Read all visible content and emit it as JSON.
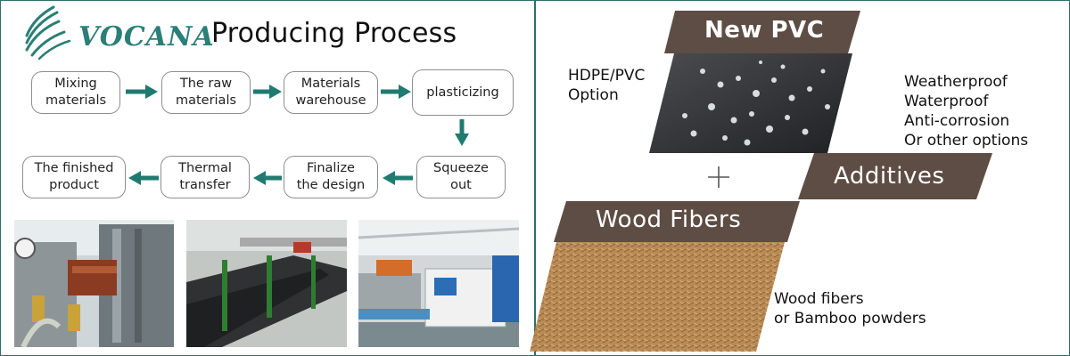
{
  "header": {
    "brand": "VOCANA",
    "title": "Producing Process"
  },
  "process": {
    "steps": [
      "Mixing\nmaterials",
      "The raw\nmaterials",
      "Materials\nwarehouse",
      "plasticizing",
      "Squeeze\nout",
      "Finalize\nthe design",
      "Thermal\ntransfer",
      "The finished\nproduct"
    ]
  },
  "composition": {
    "new_pvc": "New PVC",
    "pvc_option": "HDPE/PVC\nOption",
    "additives": "Additives",
    "additive_options": "Weatherproof\nWaterproof\n Anti-corrosion\nOr other options",
    "wood_fibers": "Wood Fibers",
    "wood_options": "Wood fibers\nor Bamboo powders",
    "plus": "+"
  },
  "colors": {
    "brand_teal": "#2a7f76",
    "arrow_teal": "#1f7a70",
    "band_brown": "#5e4d44",
    "frame": "#2f6f6a"
  },
  "icons": [
    "vocana-wave-logo-icon",
    "arrow-right-icon",
    "arrow-down-icon",
    "arrow-left-icon",
    "plus-icon"
  ]
}
